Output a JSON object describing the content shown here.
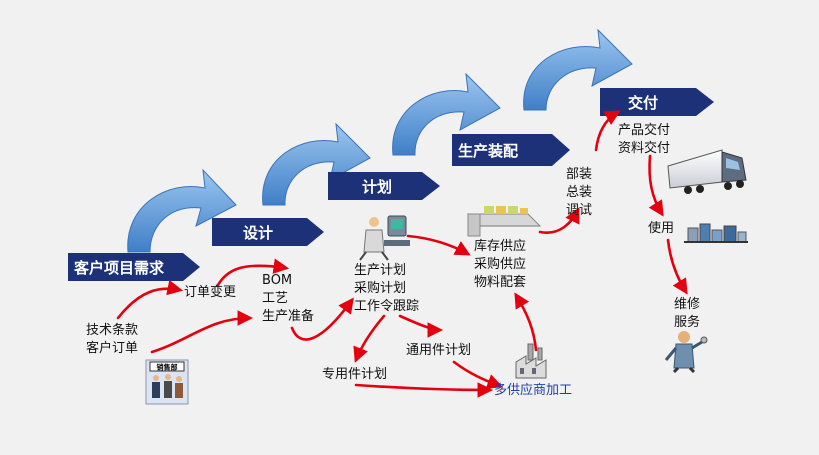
{
  "stages": [
    "客户项目需求",
    "设计",
    "计划",
    "生产装配",
    "交付"
  ],
  "labels": {
    "order_change": "订单变更",
    "bom_list": [
      "BOM",
      "工艺",
      "生产准备"
    ],
    "customer_inputs": [
      "技术条款",
      "客户订单"
    ],
    "plan_list": [
      "生产计划",
      "采购计划",
      "工作令跟踪"
    ],
    "supply_list": [
      "库存供应",
      "采购供应",
      "物料配套"
    ],
    "assembly_list": [
      "部装",
      "总装",
      "调试"
    ],
    "delivery_list": [
      "产品交付",
      "资料交付"
    ],
    "use": "使用",
    "maintenance_list": [
      "维修",
      "服务"
    ],
    "general_parts_plan": "通用件计划",
    "special_parts_plan": "专用件计划",
    "multi_supplier": "多供应商加工",
    "sales_dept": "销售部"
  },
  "colors": {
    "stage_banner": "#1c3177",
    "flow_arrow": "#e3000f",
    "curved_arrow": "#5b9ad8",
    "supplier_text": "#1f3fa8"
  }
}
